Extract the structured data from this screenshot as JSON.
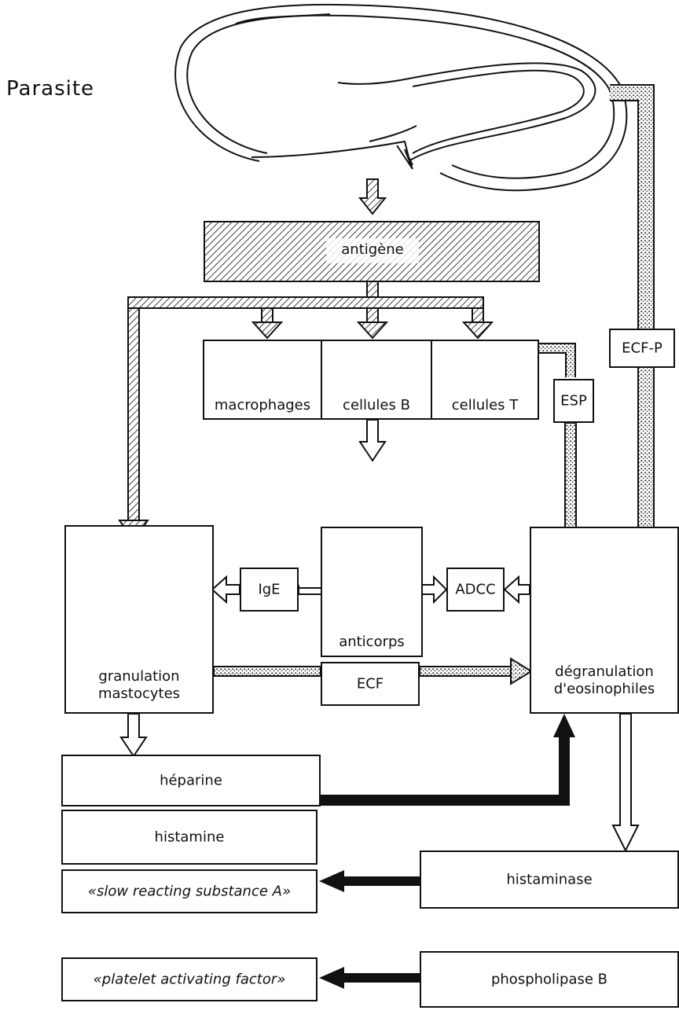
{
  "parasite_label": "Parasite",
  "antigen_label": "antigène",
  "cells": {
    "macrophages": "macrophages",
    "b_cells": "cellules B",
    "t_cells": "cellules T"
  },
  "ecf_p_label": "ECF-P",
  "esp_label": "ESP",
  "ige_label": "IgE",
  "adcc_label": "ADCC",
  "ecf_label": "ECF",
  "antibody_label": "anticorps",
  "mast_cell_label_1": "granulation",
  "mast_cell_label_2": "mastocytes",
  "eosinophil_label_1": "dégranulation",
  "eosinophil_label_2": "d'eosinophiles",
  "mediators": {
    "heparin": "héparine",
    "histamine": "histamine",
    "srs_a": "«slow reacting substance A»",
    "paf": "«platelet activating factor»"
  },
  "enzymes": {
    "histaminase": "histaminase",
    "phospholipase": "phospholipase B"
  }
}
